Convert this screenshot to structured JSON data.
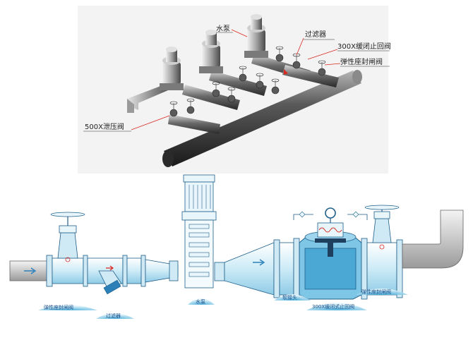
{
  "iso_view": {
    "labels": {
      "pump": "水泵",
      "filter": "过滤器",
      "check_valve": "300X缓闭止回阀",
      "gate_valve": "弹性座封闸阀",
      "relief_valve": "500X泄压阀"
    }
  },
  "section_view": {
    "labels": {
      "gate_valve_left": "弹性座封闸阀",
      "filter": "过滤器",
      "pump": "水泵",
      "flex_joint": "软接头",
      "check_valve": "300X缓闭式止回阀",
      "gate_valve_right": "弹性座封闸阀"
    }
  },
  "colors": {
    "pipe_dark": "#3a3a3a",
    "pipe_light": "#9a9a9a",
    "valve_blue": "#9fd6ee",
    "valve_stroke": "#1f5f8b",
    "label_wave": "#6cc4e6",
    "arrow": "#d9281e"
  }
}
